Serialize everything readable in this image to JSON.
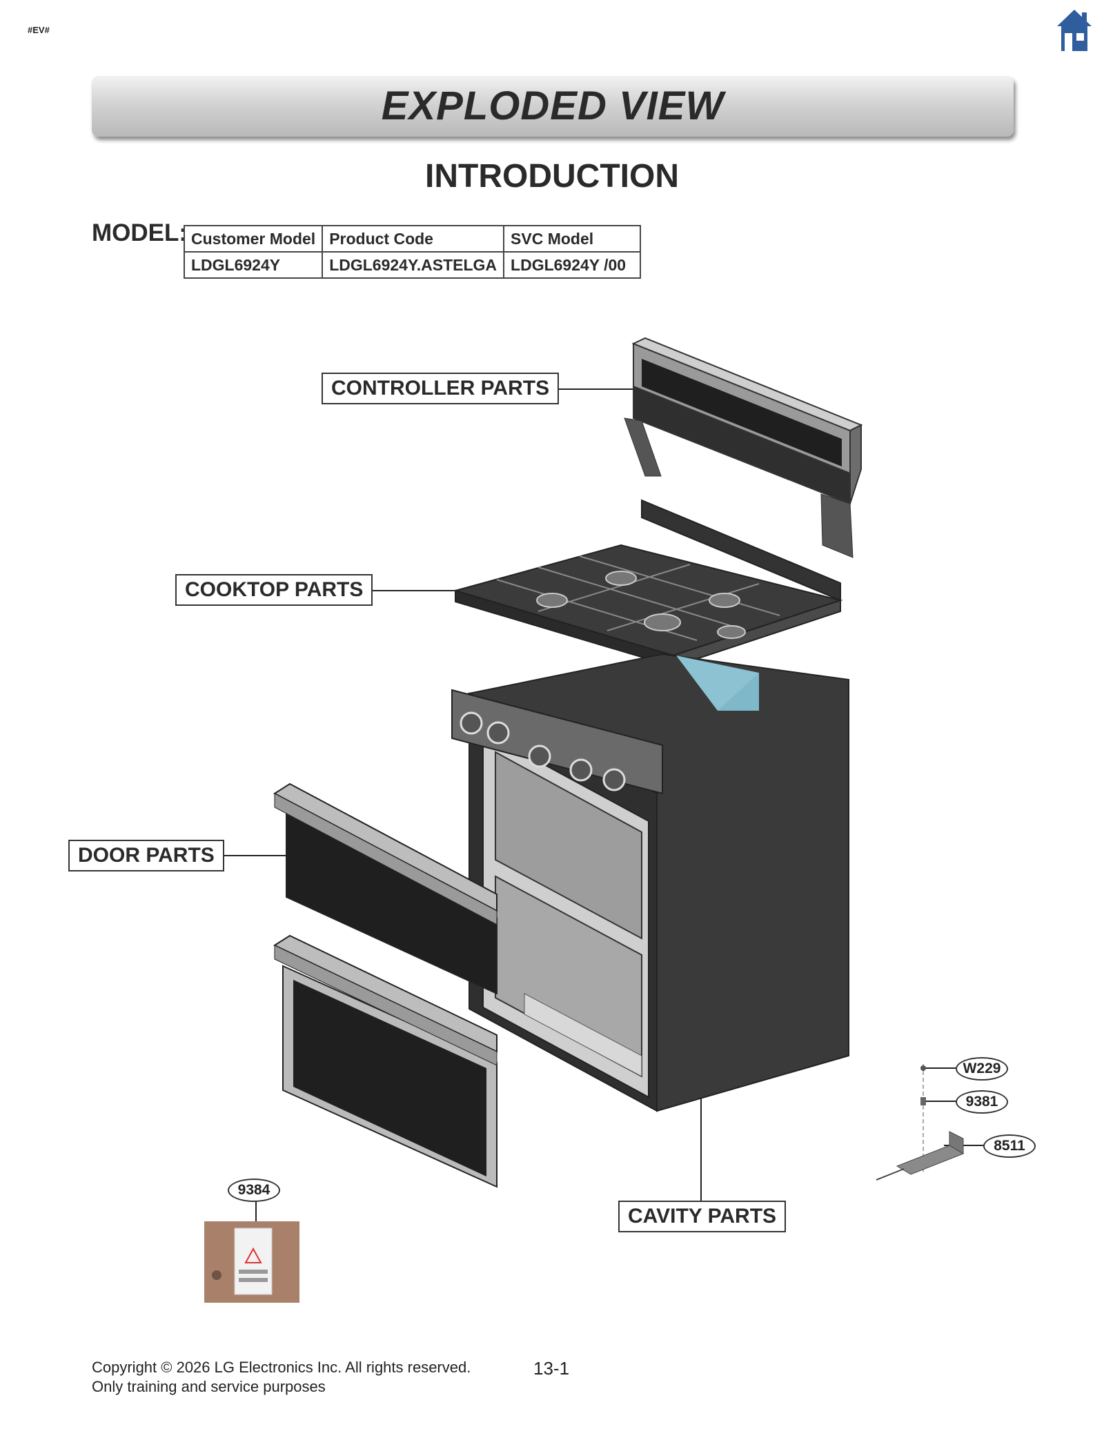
{
  "header": {
    "tag": "#EV#",
    "home_icon": "home-icon"
  },
  "banner": {
    "title": "EXPLODED VIEW"
  },
  "intro": {
    "title": "INTRODUCTION"
  },
  "model": {
    "label": "MODEL:",
    "headers": [
      "Customer Model",
      "Product Code",
      "SVC Model"
    ],
    "values": [
      "LDGL6924Y",
      "LDGL6924Y.ASTELGA",
      "LDGL6924Y  /00"
    ]
  },
  "callouts": {
    "controller": "CONTROLLER PARTS",
    "cooktop": "COOKTOP PARTS",
    "door": "DOOR PARTS",
    "cavity": "CAVITY PARTS"
  },
  "part_numbers": {
    "w229": "W229",
    "p9381": "9381",
    "p8511": "8511",
    "p9384": "9384"
  },
  "footer": {
    "copyright": "Copyright © 2026 LG Electronics Inc. All rights reserved.",
    "purpose": "Only training and service purposes",
    "page": "13-1"
  },
  "colors": {
    "home_icon": "#2f5d9e",
    "banner": "#c8c8c8",
    "panel_dark": "#3a3a3a",
    "cavity_blue": "#7fb8c8"
  }
}
